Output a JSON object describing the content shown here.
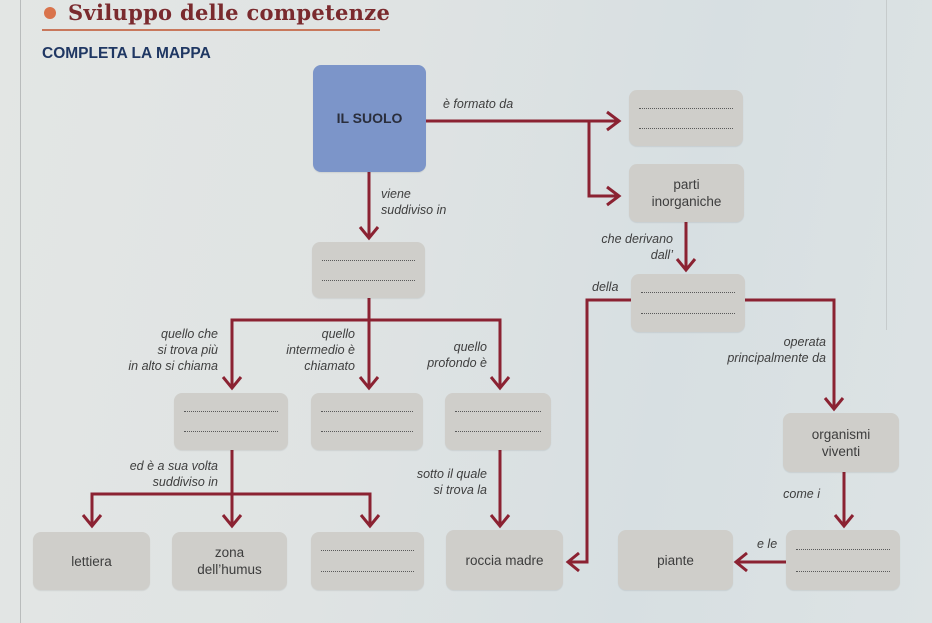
{
  "header": {
    "title": "Sviluppo delle competenze",
    "subtitle": "COMPLETA LA MAPPA"
  },
  "colors": {
    "connector": "#8b2232",
    "root_box": "#7c95c9",
    "box": "#cfceca",
    "title": "#7a2a2e"
  },
  "map": {
    "root": "IL SUOLO",
    "nodes": {
      "parti_inorganiche": [
        "parti",
        "inorganiche"
      ],
      "organismi_viventi": [
        "organismi",
        "viventi"
      ],
      "piante": "piante",
      "roccia_madre": "roccia madre",
      "lettiera": "lettiera",
      "zona_humus": [
        "zona",
        "dell’humus"
      ]
    },
    "links": {
      "formato_da": "è formato da",
      "suddiviso": [
        "viene",
        "suddiviso in"
      ],
      "derivano": [
        "che derivano",
        "dall’"
      ],
      "della": "della",
      "operata": [
        "operata",
        "principalmente da"
      ],
      "come_i": "come i",
      "e_le": "e le",
      "alto": [
        "quello che",
        "si trova più",
        "in alto si chiama"
      ],
      "intermedio": [
        "quello",
        "intermedio è",
        "chiamato"
      ],
      "profondo": [
        "quello",
        "profondo è"
      ],
      "a_sua_volta": [
        "ed è a sua volta",
        "suddiviso in"
      ],
      "sotto": [
        "sotto il quale",
        "si trova la"
      ]
    }
  }
}
